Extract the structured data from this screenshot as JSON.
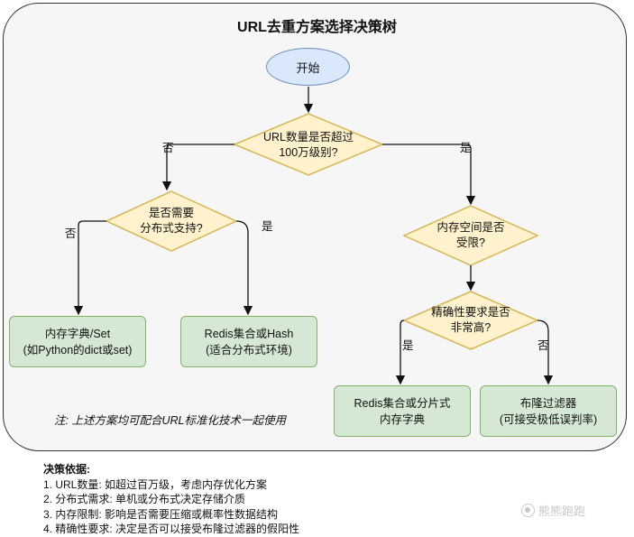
{
  "title": "URL去重方案选择决策树",
  "nodes": {
    "start": "开始",
    "q1": [
      "URL数量是否超过",
      "100万级别?"
    ],
    "q2": [
      "是否需要",
      "分布式支持?"
    ],
    "q3": [
      "内存空间是否",
      "受限?"
    ],
    "q4": [
      "精确性要求是否",
      "非常高?"
    ],
    "r1": [
      "内存字典/Set",
      "(如Python的dict或set)"
    ],
    "r2": [
      "Redis集合或Hash",
      "(适合分布式环境)"
    ],
    "r3": [
      "Redis集合或分片式",
      "内存字典"
    ],
    "r4": [
      "布隆过滤器",
      "(可接受极低误判率)"
    ]
  },
  "edge_labels": {
    "q1_no": "否",
    "q1_yes": "是",
    "q2_no": "否",
    "q2_yes": "是",
    "q4_yes": "是",
    "q4_no": "否"
  },
  "note": "注: 上述方案均可配合URL标准化技术一起使用",
  "basis": {
    "title": "决策依据:",
    "items": [
      "1. URL数量: 如超过百万级，考虑内存优化方案",
      "2. 分布式需求: 单机或分布式决定存储介质",
      "3. 内存限制: 影响是否需要压缩或概率性数据结构",
      "4. 精确性要求: 决定是否可以接受布隆过滤器的假阳性"
    ]
  },
  "watermark": "熊熊跑跑",
  "colors": {
    "start_fill": "#dae8fc",
    "start_stroke": "#6c8ebf",
    "decision_fill": "#fff2cc",
    "decision_stroke": "#d6b656",
    "result_fill": "#d5e8d4",
    "result_stroke": "#82b366"
  }
}
